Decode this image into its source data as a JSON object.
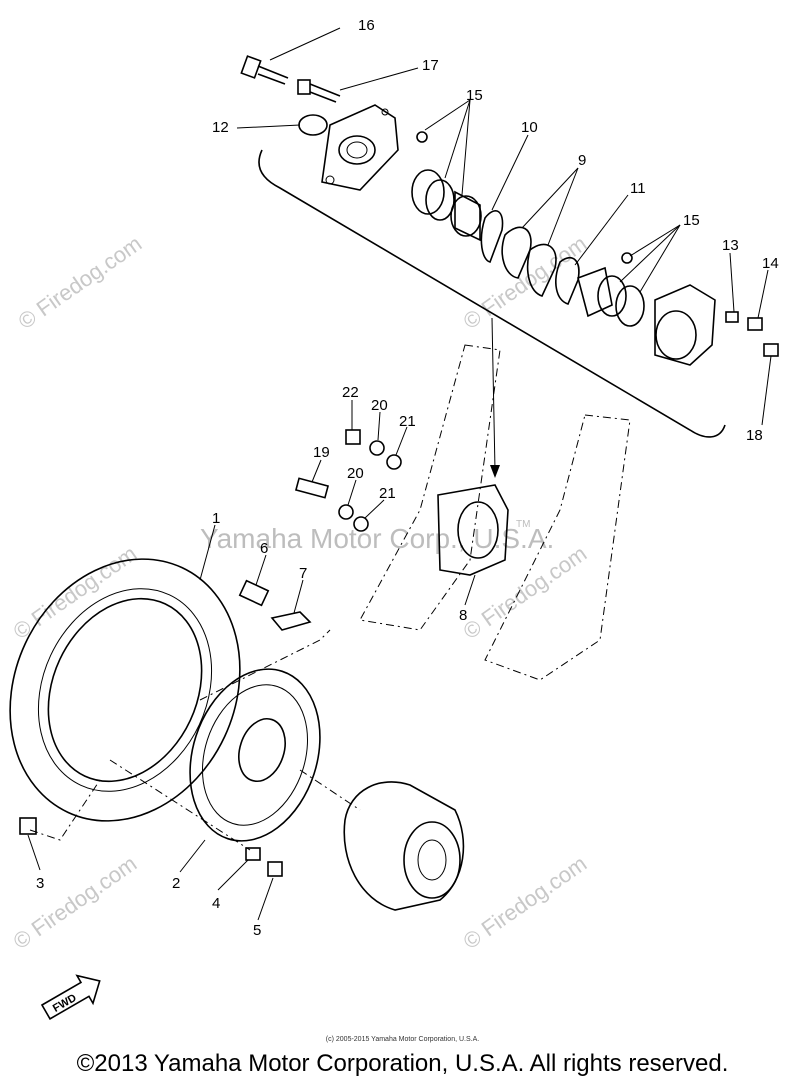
{
  "callouts": [
    {
      "id": "16",
      "text": "16"
    },
    {
      "id": "17",
      "text": "17"
    },
    {
      "id": "15a",
      "text": "15"
    },
    {
      "id": "12",
      "text": "12"
    },
    {
      "id": "10",
      "text": "10"
    },
    {
      "id": "9",
      "text": "9"
    },
    {
      "id": "11",
      "text": "11"
    },
    {
      "id": "15b",
      "text": "15"
    },
    {
      "id": "13",
      "text": "13"
    },
    {
      "id": "14",
      "text": "14"
    },
    {
      "id": "18",
      "text": "18"
    },
    {
      "id": "22",
      "text": "22"
    },
    {
      "id": "20a",
      "text": "20"
    },
    {
      "id": "21a",
      "text": "21"
    },
    {
      "id": "19",
      "text": "19"
    },
    {
      "id": "20b",
      "text": "20"
    },
    {
      "id": "21b",
      "text": "21"
    },
    {
      "id": "1",
      "text": "1"
    },
    {
      "id": "6",
      "text": "6"
    },
    {
      "id": "7",
      "text": "7"
    },
    {
      "id": "8",
      "text": "8"
    },
    {
      "id": "3",
      "text": "3"
    },
    {
      "id": "2",
      "text": "2"
    },
    {
      "id": "4",
      "text": "4"
    },
    {
      "id": "5",
      "text": "5"
    }
  ],
  "watermarks": {
    "firedog": "© Firedog.com",
    "center": "Yamaha Motor Corp., U.S.A.",
    "tm": "TM"
  },
  "fwd_label": "FWD",
  "small_copyright": "(c) 2005-2015 Yamaha Motor Corporation, U.S.A.",
  "main_copyright": "©2013 Yamaha Motor Corporation, U.S.A. All rights reserved."
}
